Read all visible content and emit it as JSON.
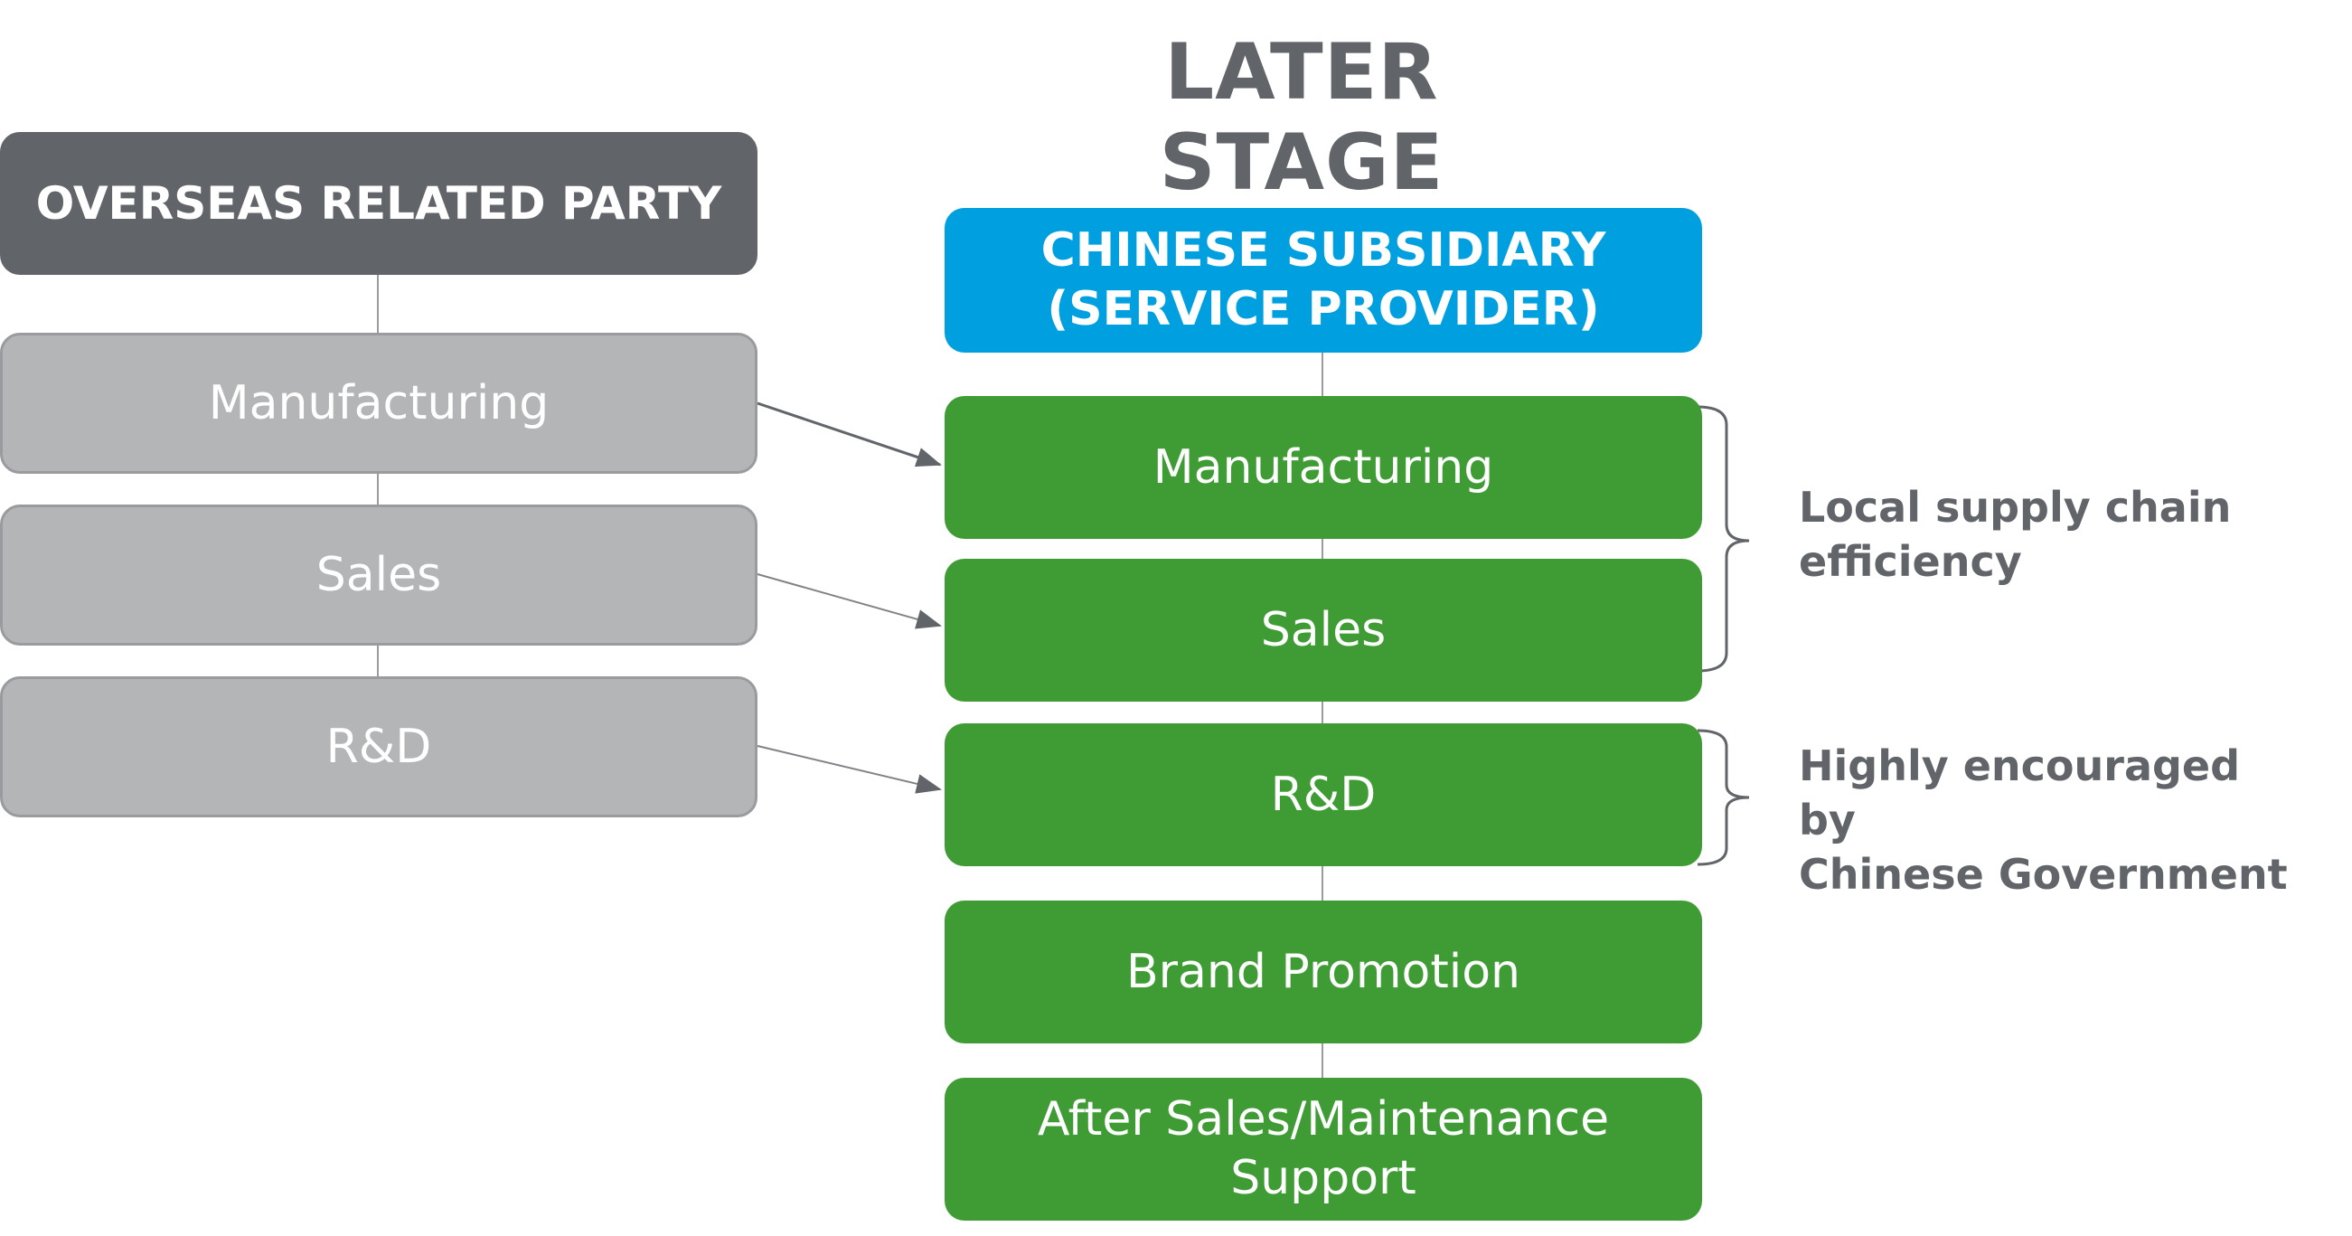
{
  "title": "LATER STAGE",
  "left": {
    "header": "OVERSEAS RELATED PARTY",
    "items": [
      "Manufacturing",
      "Sales",
      "R&D"
    ]
  },
  "right": {
    "header_line1": "CHINESE SUBSIDIARY",
    "header_line2": "(SERVICE PROVIDER)",
    "items": [
      {
        "line1": "Manufacturing",
        "line2": ""
      },
      {
        "line1": "Sales",
        "line2": ""
      },
      {
        "line1": "R&D",
        "line2": ""
      },
      {
        "line1": "Brand Promotion",
        "line2": ""
      },
      {
        "line1": "After Sales/Maintenance",
        "line2": "Support"
      }
    ]
  },
  "notes": {
    "supply_chain_line1": "Local supply chain",
    "supply_chain_line2": "efficiency",
    "government_line1": "Highly encouraged by",
    "government_line2": "Chinese Government"
  },
  "colors": {
    "dark_grey": "#616469",
    "light_grey": "#b4b5b7",
    "blue": "#009fdf",
    "green": "#3f9c35"
  }
}
